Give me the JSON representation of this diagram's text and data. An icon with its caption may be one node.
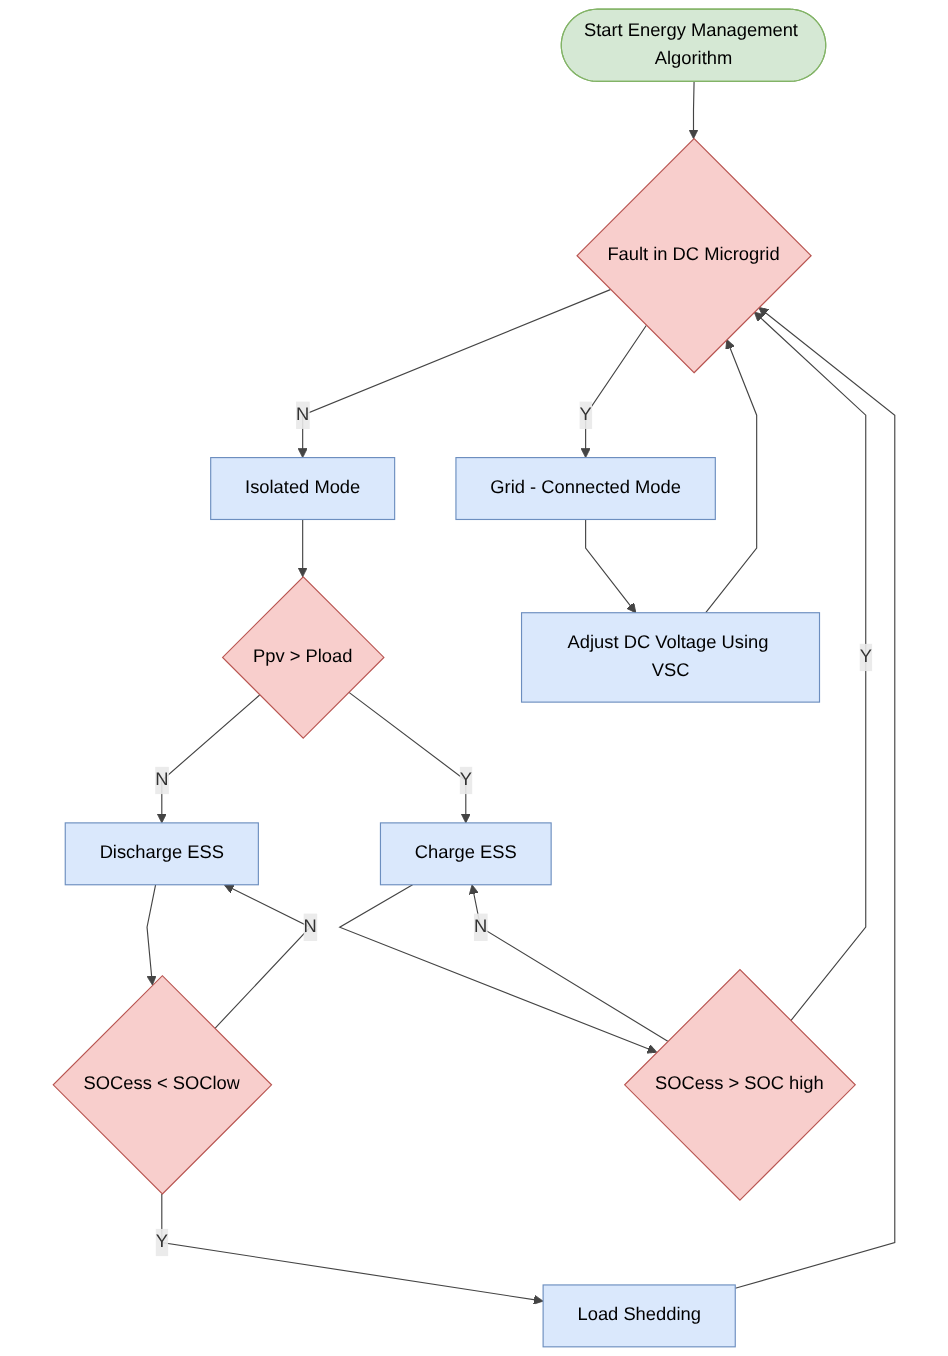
{
  "diagram": {
    "nodes": [
      {
        "text": [
          "Start Energy Management Algorithm"
        ]
      },
      {
        "text": [
          "Fault in DC Microgrid"
        ]
      },
      {
        "text": [
          "Grid - Connected Mode"
        ]
      },
      {
        "text": [
          "Isolated Mode"
        ]
      },
      {
        "text": [
          "Ppv > Pload"
        ]
      },
      {
        "text": [
          "Adjust DC Voltage Using VSC"
        ]
      },
      {
        "text": [
          "Discharge ESS"
        ]
      },
      {
        "text": [
          "Charge ESS"
        ]
      },
      {
        "text": [
          "SOCess < SOClow"
        ]
      },
      {
        "text": [
          "SOCess >  SOC high"
        ]
      },
      {
        "text": [
          "Load Shedding"
        ]
      }
    ],
    "edges": [
      {
        "from": 0,
        "to": 1,
        "arrow": "to"
      },
      {
        "from": 1,
        "to": 2,
        "label": "Y",
        "arrow": "to"
      },
      {
        "from": 1,
        "to": 3,
        "label": "N",
        "arrow": "to"
      },
      {
        "from": 3,
        "to": 4,
        "arrow": "to"
      },
      {
        "from": 2,
        "to": 5,
        "arrow": "to"
      },
      {
        "from": 4,
        "to": 6,
        "label": "N",
        "arrow": "to"
      },
      {
        "from": 4,
        "to": 7,
        "label": "Y",
        "arrow": "to"
      },
      {
        "from": 6,
        "to": 8,
        "arrow": "to"
      },
      {
        "from": 7,
        "to": 9,
        "arrow": "to"
      },
      {
        "from": 8,
        "to": 6,
        "label": "N",
        "arrow": "to"
      },
      {
        "from": 9,
        "to": 7,
        "label": "N",
        "arrow": "to"
      },
      {
        "from": 8,
        "to": 10,
        "label": "Y",
        "arrow": "to"
      },
      {
        "from": 5,
        "to": 1,
        "arrow": "to"
      },
      {
        "from": 10,
        "to": 1,
        "arrow": "to"
      },
      {
        "from": 9,
        "to": 1,
        "label": "Y",
        "arrow": "to"
      }
    ]
  }
}
